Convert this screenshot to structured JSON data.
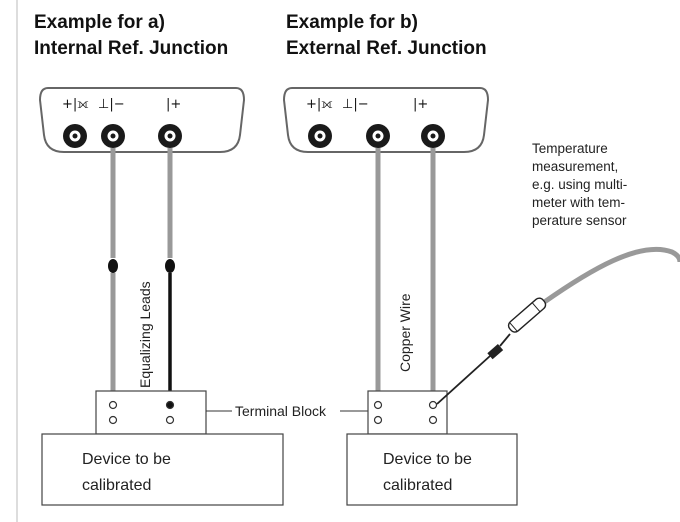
{
  "panel_a": {
    "title_line1": "Example for a)",
    "title_line2": "Internal Ref. Junction",
    "wire_label": "Equalizing Leads",
    "device_line1": "Device to be",
    "device_line2": "calibrated"
  },
  "panel_b": {
    "title_line1": "Example for b)",
    "title_line2": "External Ref. Junction",
    "wire_label": "Copper Wire",
    "device_line1": "Device to be",
    "device_line2": "calibrated"
  },
  "terminal_block_label": "Terminal Block",
  "temperature_note": [
    "Temperature",
    "measurement,",
    "e.g. using multi-",
    "meter with tem-",
    "perature sensor"
  ],
  "socket_symbols": {
    "plus_probe": "+|⟗",
    "ground_minus": "⊥|−",
    "plus": "|+"
  }
}
